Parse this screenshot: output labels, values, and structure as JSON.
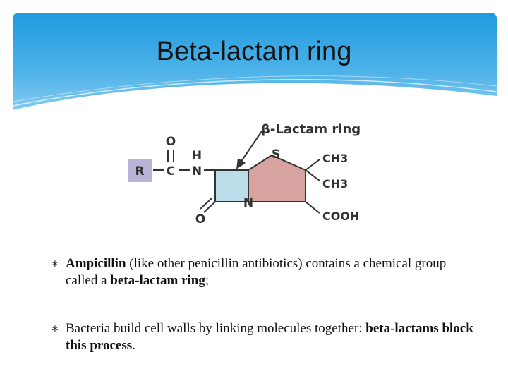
{
  "slide": {
    "title": "Beta-lactam ring",
    "colors": {
      "header_top": "#1e9be0",
      "header_bottom": "#8fcff1",
      "r_group_box": "#b9b3d8",
      "lactam_square": "#bcdcea",
      "thiazolidine_ring": "#d6a3a0"
    }
  },
  "figure": {
    "caption": "β-Lactam ring",
    "atoms": {
      "r_group": "R",
      "carbonyl_o": "O",
      "carbon": "C",
      "hydrogen": "H",
      "amide_n": "N",
      "sulfur": "S",
      "ring_n": "N",
      "ring_o": "O",
      "methyl_1": "CH3",
      "methyl_2": "CH3",
      "carboxyl": "COOH"
    }
  },
  "bullets": [
    {
      "marker": "∗",
      "runs": [
        {
          "text": "Ampicillin",
          "bold": true
        },
        {
          "text": " (like other penicillin antibiotics) contains a chemical group called a ",
          "bold": false
        },
        {
          "text": "beta-lactam ring",
          "bold": true
        },
        {
          "text": ";",
          "bold": false
        }
      ]
    },
    {
      "marker": "∗",
      "runs": [
        {
          "text": "Bacteria build cell walls by linking molecules together: ",
          "bold": false
        },
        {
          "text": "beta-lactams block this process",
          "bold": true
        },
        {
          "text": ".",
          "bold": false
        }
      ]
    }
  ]
}
